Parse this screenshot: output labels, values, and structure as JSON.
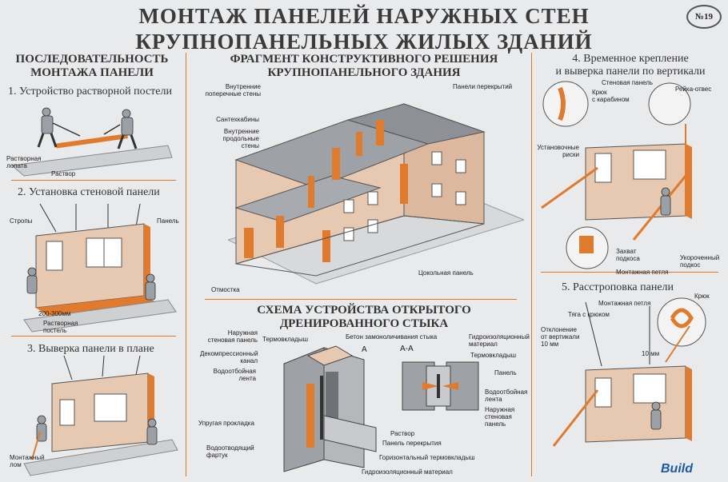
{
  "poster": {
    "title_line1": "МОНТАЖ ПАНЕЛЕЙ НАРУЖНЫХ СТЕН",
    "title_line2": "КРУПНОПАНЕЛЬНЫХ ЖИЛЫХ ЗДАНИЙ",
    "number": "№19",
    "logo": "Build"
  },
  "left": {
    "heading_line1": "ПОСЛЕДОВАТЕЛЬНОСТЬ",
    "heading_line2": "МОНТАЖА ПАНЕЛИ",
    "step1": "1. Устройство растворной постели",
    "step1_labels": [
      "Растворная",
      "лопата",
      "Раствор"
    ],
    "step2": "2. Установка стеновой панели",
    "step2_labels": [
      "Стропы",
      "Панель",
      "200-300мм",
      "Растворная",
      "постель"
    ],
    "step3": "3. Выверка панели в плане",
    "step3_labels": [
      "Монтажный",
      "лом"
    ]
  },
  "center": {
    "heading_line1": "ФРАГМЕНТ КОНСТРУКТИВНОГО РЕШЕНИЯ",
    "heading_line2": "КРУПНОПАНЕЛЬНОГО ЗДАНИЯ",
    "labels": {
      "inner_cross": [
        "Внутренние",
        "поперечные стены"
      ],
      "sanitary": "Сантехкабины",
      "inner_long": [
        "Внутренние",
        "продольные",
        "стены"
      ],
      "floor_panels": "Панели перекрытий",
      "base_panel": "Цокольная панель",
      "blind_area": "Отмостка"
    },
    "scheme_line1": "СХЕМА УСТРОЙСТВА ОТКРЫТОГО",
    "scheme_line2": "ДРЕНИРОВАННОГО СТЫКА",
    "scheme_labels": {
      "outer_panel": [
        "Наружная",
        "стеновая панель"
      ],
      "thermo_liner": "Термовкладыш",
      "concrete": "Бетон замоноличивания стыка",
      "section_a": "А",
      "section_aa": "А-А",
      "decompress": [
        "Декомпрессионный",
        "канал"
      ],
      "water_tape": [
        "Водоотбойная",
        "лента"
      ],
      "elastic": "Упругая прокладка",
      "drain_apron": [
        "Водоотводящий",
        "фартук"
      ],
      "mortar": "Раствор",
      "floor_panel": "Панель перекрытия",
      "horiz_liner": "Горизонтальный термовкладыш",
      "waterproof": "Гидроизоляционный материал",
      "hydro_material": [
        "Гидроизоляционный",
        "материал"
      ],
      "thermo2": "Термовкладыш",
      "panel": "Панель",
      "water_tape2": [
        "Водоотбойная",
        "лента"
      ],
      "outer_panel2": [
        "Наружная",
        "стеновая",
        "панель"
      ]
    }
  },
  "right": {
    "step4_line1": "4. Временное крепление",
    "step4_line2": "и выверка панели по вертикали",
    "step4_labels": {
      "wall_panel": "Стеновая панель",
      "hook": [
        "Крюк",
        "с карабином"
      ],
      "rail": "Рейка-отвес",
      "marks": [
        "Установочные",
        "риски"
      ],
      "clamp": [
        "Захват",
        "подкоса"
      ],
      "short_brace": [
        "Укороченный",
        "подкос"
      ],
      "loop": "Монтажная петля"
    },
    "step5": "5. Расстроповка панели",
    "step5_labels": {
      "mount_loop": "Монтажная петля",
      "hook": "Крюк",
      "rod": "Тяга с крюком",
      "deviation": [
        "Отклонение",
        "от вертикали",
        "10 мм"
      ],
      "ten_mm": "10 мм"
    }
  }
}
